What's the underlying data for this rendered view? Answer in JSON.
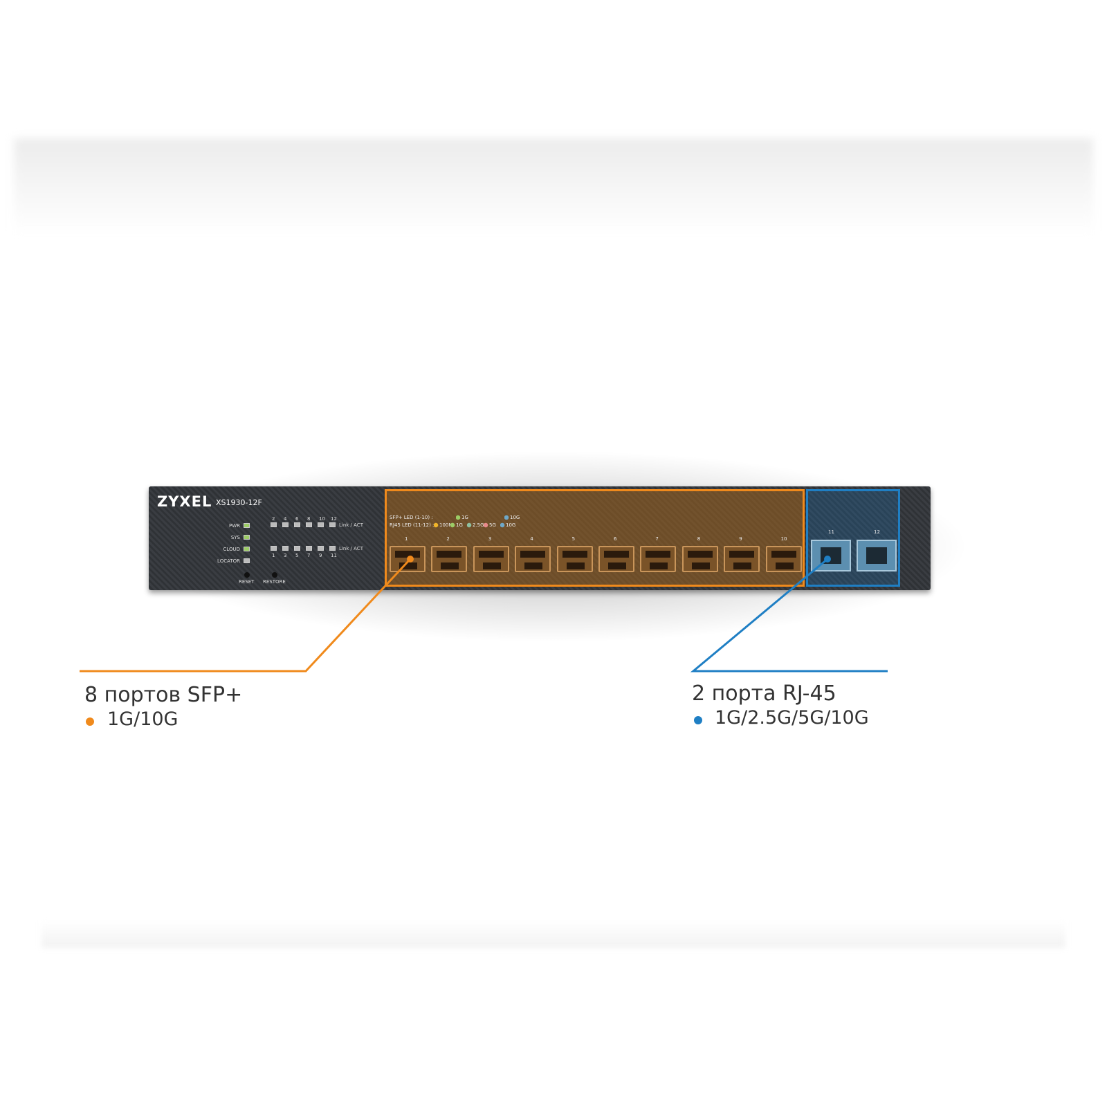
{
  "device": {
    "brand": "ZYXEL",
    "model": "XS1930-12F",
    "status_leds": [
      "PWR",
      "SYS",
      "CLOUD",
      "LOCATOR"
    ],
    "top_port_numbers": [
      "2",
      "4",
      "6",
      "8",
      "10",
      "12"
    ],
    "bottom_port_numbers": [
      "1",
      "3",
      "5",
      "7",
      "9",
      "11"
    ],
    "link_act": "Link / ACT",
    "buttons": [
      "RESET",
      "RESTORE"
    ],
    "sfp_legend": "SFP+ LED (1-10) :",
    "sfp_legend_items": [
      "1G",
      "10G"
    ],
    "rj45_legend": "RJ45 LED (11-12) :",
    "rj45_legend_items": [
      "100M",
      "1G",
      "2.5G",
      "5G",
      "10G"
    ],
    "sfp_ports": [
      "1",
      "2",
      "3",
      "4",
      "5",
      "6",
      "7",
      "8",
      "9",
      "10"
    ],
    "rj45_ports": [
      "11",
      "12"
    ]
  },
  "callouts": {
    "sfp": {
      "title": "8 портов SFP+",
      "speed": "1G/10G",
      "color": "#f08a1c"
    },
    "rj45": {
      "title": "2 порта RJ-45",
      "speed": "1G/2.5G/5G/10G",
      "color": "#1f7fc4"
    }
  }
}
